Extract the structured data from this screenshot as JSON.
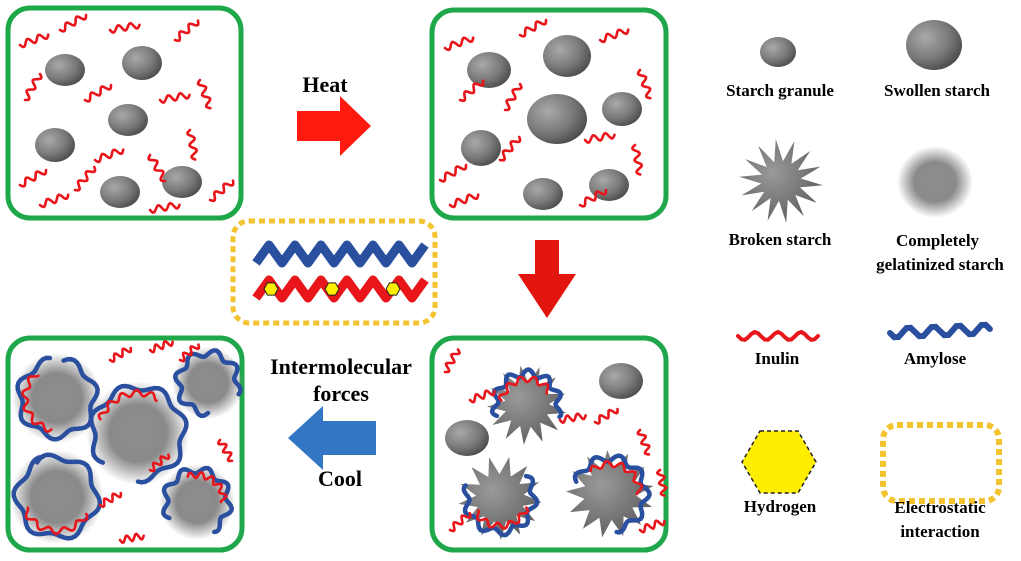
{
  "process": {
    "heat_label": "Heat",
    "cool_label": "Cool",
    "forces_line1": "Intermolecular",
    "forces_line2": "forces"
  },
  "legend": {
    "starch_granule": "Starch granule",
    "swollen_starch": "Swollen starch",
    "broken_starch": "Broken starch",
    "gelatinized_line1": "Completely",
    "gelatinized_line2": "gelatinized starch",
    "inulin": "Inulin",
    "amylose": "Amylose",
    "hydrogen": "Hydrogen",
    "electrostatic_line1": "Electrostatic",
    "electrostatic_line2": "interaction"
  },
  "colors": {
    "panel_border": "#1fa84a",
    "inulin": "#e8161b",
    "amylose": "#2a4f9e",
    "heat_arrow": "#ff1a10",
    "down_arrow": "#e3160f",
    "cool_arrow": "#3377c4",
    "hydrogen": "#ffee00",
    "electrostatic": "#f4c430",
    "granule": "#777777"
  }
}
